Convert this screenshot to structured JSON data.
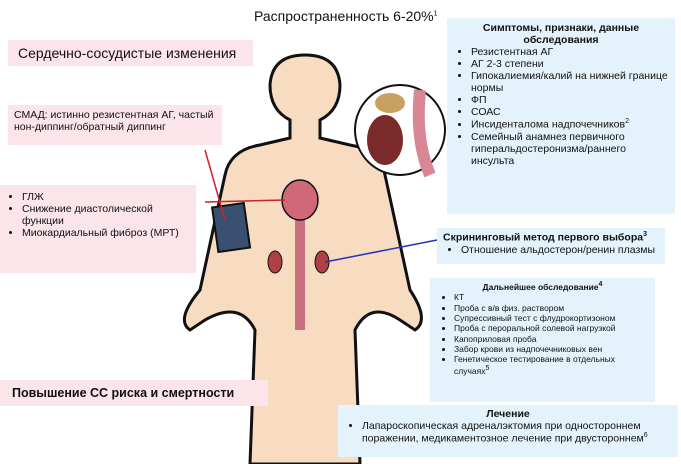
{
  "title": "Распространенность 6-20%",
  "title_ref": "1",
  "cardio": {
    "header": "Сердечно-сосудистые изменения"
  },
  "smad": {
    "text": "СМАД: истинно резистентная АГ, частый нон-диппинг/обратный диппинг"
  },
  "heart": {
    "items": [
      "ГЛЖ",
      "Снижение диастолической функции",
      "Миокардиальный фиброз (МРТ)"
    ]
  },
  "risk": {
    "text": "Повышение СС риска и смертности"
  },
  "symptoms": {
    "header": "Симптомы, признаки, данные обследования",
    "items": [
      "Резистентная АГ",
      "АГ 2-3 степени",
      "Гипокалиемия/калий на нижней границе нормы",
      "ФП",
      "СОАС",
      "Инсиденталома надпочечников",
      "Семейный анамнез первичного гиперальдостеронизма/раннего инсульта"
    ],
    "incidentaloma_ref": "2"
  },
  "screening": {
    "header": "Скрининговый метод первого выбора",
    "ref": "3",
    "items": [
      "Отношение альдостерон/ренин плазмы"
    ]
  },
  "further": {
    "header": "Дальнейшее обследование",
    "ref": "4",
    "items": [
      "КТ",
      "Проба с в/в физ. раствором",
      "Супрессивный тест с флудрокортизоном",
      "Проба с пероральной солевой нагрузкой",
      "Капоприловая проба",
      "Забор крови из надпочечниковых вен",
      "Генетическое тестирование в отдельных случаях"
    ],
    "last_ref": "5"
  },
  "treatment": {
    "header": "Лечение",
    "text": "Лапароскопическая адреналэктомия при одностороннем поражении, медикаментозное лечение при двустороннем",
    "ref": "6"
  },
  "colors": {
    "pink": "#fbe4ea",
    "blue": "#e4f3fb",
    "arrow_red": "#d0202a",
    "arrow_blue": "#2233bb"
  }
}
